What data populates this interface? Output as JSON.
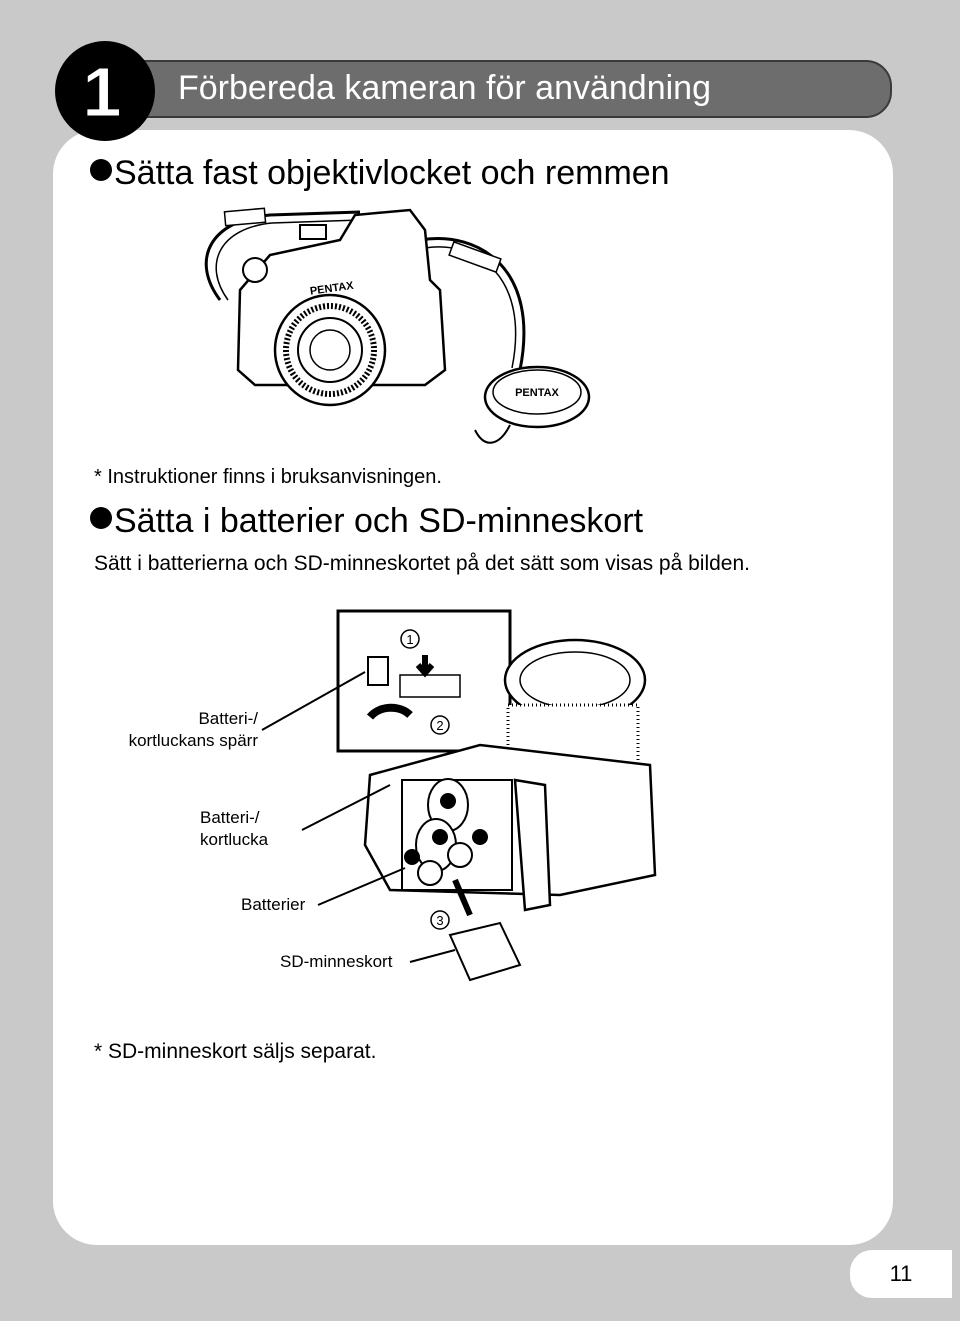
{
  "chapter": {
    "number": "1",
    "title": "Förbereda kameran för användning"
  },
  "section1": {
    "title": "Sätta fast objektivlocket och remmen",
    "note": "* Instruktioner finns i bruksanvisningen.",
    "illustration": {
      "camera_brand": "PENTAX",
      "cap_brand": "PENTAX"
    }
  },
  "section2": {
    "title": "Sätta i batterier och SD-minneskort",
    "description": "Sätt i batterierna och SD-minneskortet på det sätt som visas på bilden.",
    "steps": [
      "1",
      "2",
      "3"
    ],
    "callouts": {
      "latch_line1": "Batteri-/",
      "latch_line2": "kortluckans spärr",
      "cover_line1": "Batteri-/",
      "cover_line2": "kortlucka",
      "batteries": "Batterier",
      "sd_card": "SD-minneskort"
    },
    "note": "* SD-minneskort säljs separat."
  },
  "page": {
    "number": "11"
  }
}
